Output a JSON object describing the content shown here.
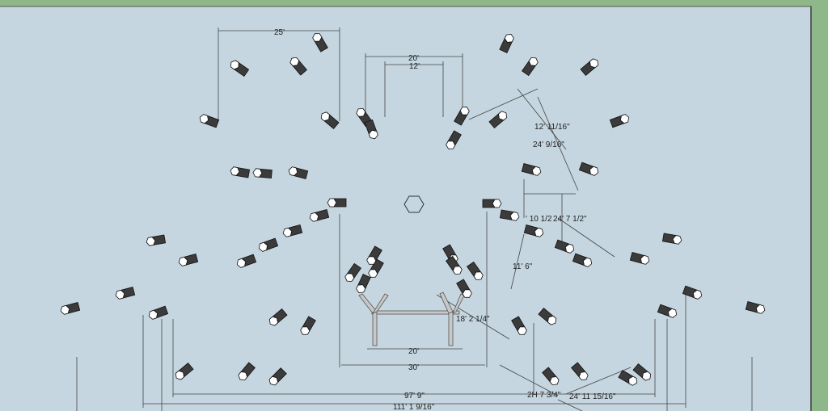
{
  "viewport": {
    "sky_color": "#c5d6e0",
    "ground_color": "#8fb88a",
    "pillar_dark": "#3b3b3b",
    "pillar_light": "#ffffff"
  },
  "dimensions": {
    "d_25": "25'",
    "d_20_top": "20'",
    "d_12": "12'",
    "d_12_11_16": "12' 11/16\"",
    "d_24_9_16": "24' 9/16\"",
    "d_10_1_2": "' 10 1/2",
    "d_24_7_1_2": "24' 7 1/2\"",
    "d_11_6": "11' 6\"",
    "d_18_2_1_4": "18' 2 1/4\"",
    "d_20_bottom": "20'",
    "d_30": "30'",
    "d_97_9": "97' 9\"",
    "d_2h_7_3_4": "2H 7 3/4\"",
    "d_24_11_15_16": "24' 11 15/16\"",
    "d_111_1_9_16": "111' 1 9/16\""
  }
}
